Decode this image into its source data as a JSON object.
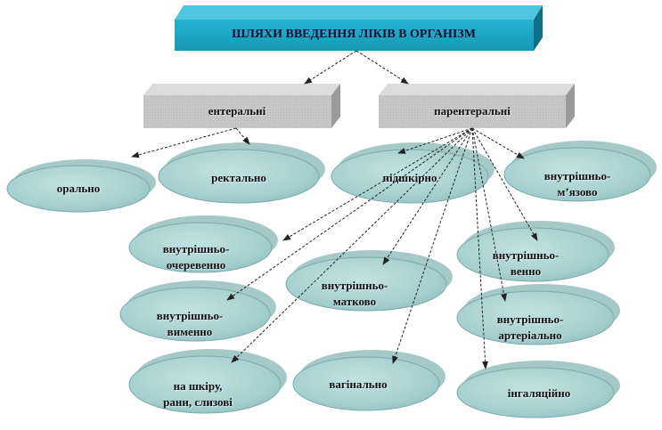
{
  "diagram": {
    "title": "ШЛЯХИ ВВЕДЕННЯ ЛІКІВ В ОРГАНІЗМ",
    "categories": {
      "enteral": "ентеральні",
      "parenteral": "парентеральні"
    },
    "routes": {
      "oral": "орально",
      "rectal": "ректально",
      "subcutaneous": "підшкірно",
      "intramuscular": [
        "внутрішньо-",
        "м’язово"
      ],
      "intraperitoneal": [
        "внутрішньо-",
        "очеревенно"
      ],
      "intravenous": [
        "внутрішньо-",
        "венно"
      ],
      "intrauterine": [
        "внутрішньо-",
        "матково"
      ],
      "intramammary": [
        "внутрішньо-",
        "вименно"
      ],
      "intraarterial": [
        "внутрішньо-",
        "артеріально"
      ],
      "topical": [
        "на шкіру,",
        "рани, слизові"
      ],
      "vaginal": "вагінально",
      "inhalation": "інгаляційно"
    },
    "colors": {
      "title_box": "#1ea7c7",
      "title_box_side": "#0f6f86",
      "category_box": "#c9c9c9",
      "category_box_side": "#9a9a9a",
      "ellipse_fill": "#a6cfcf",
      "ellipse_edge": "#6f9f9f",
      "arrow": "#222222"
    }
  }
}
